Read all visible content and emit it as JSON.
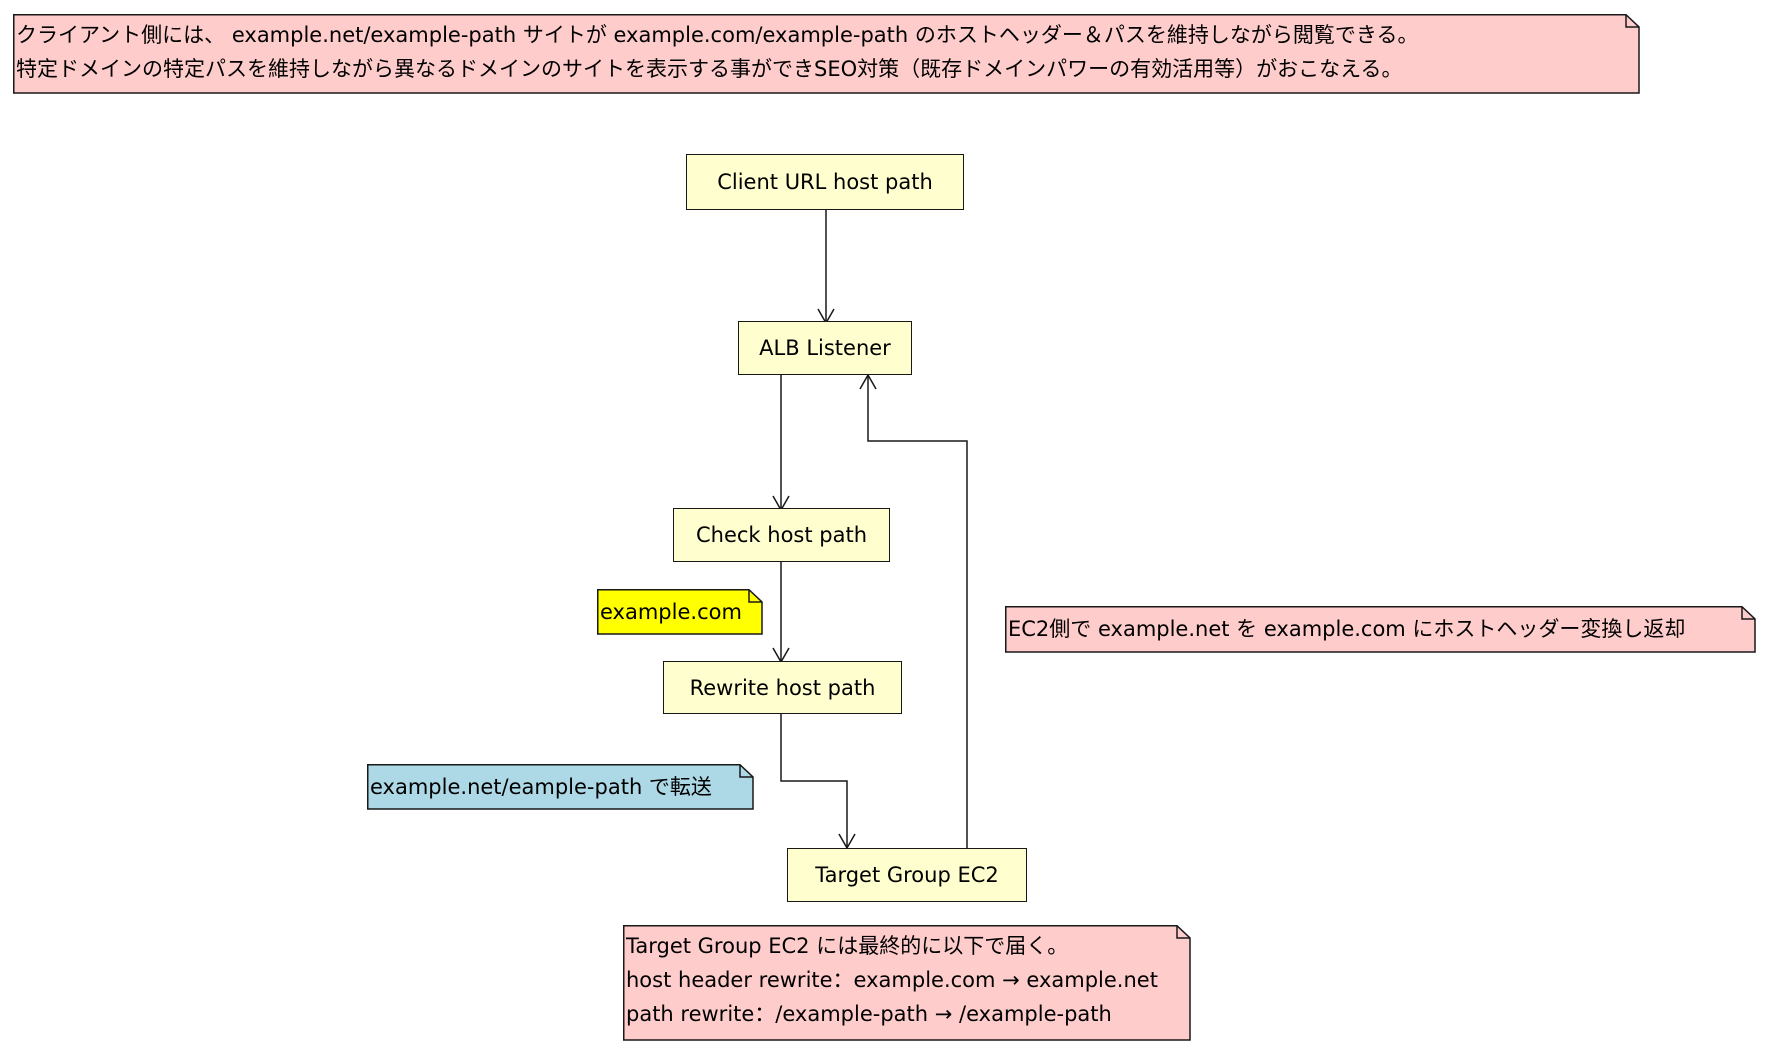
{
  "colors": {
    "node_fill": "#fefece",
    "note_pink": "#ffcccc",
    "note_yellow": "#ffff00",
    "note_blue": "#add8e6",
    "stroke": "#181818"
  },
  "top_note": {
    "lines": [
      "クライアント側には、 example.net/example-path サイトが example.com/example-path のホストヘッダー＆パスを維持しながら閲覧できる。",
      "特定ドメインの特定パスを維持しながら異なるドメインのサイトを表示する事ができSEO対策（既存ドメインパワーの有効活用等）がおこなえる。"
    ]
  },
  "nodes": {
    "client": "Client URL host path",
    "alb": "ALB Listener",
    "check": "Check host path",
    "rewrite": "Rewrite host path",
    "target": "Target Group EC2"
  },
  "notes": {
    "check_note": "example.com",
    "rewrite_note": "example.net/eample-path で転送",
    "ec2_note": "EC2側で example.net を example.com にホストヘッダー変換し返却",
    "bottom_note": {
      "lines": [
        "Target Group EC2 には最終的に以下で届く。",
        "host header rewrite：example.com → example.net",
        "path rewrite：/example-path → /example-path"
      ]
    }
  },
  "edges": [
    {
      "from": "client",
      "to": "alb"
    },
    {
      "from": "alb",
      "to": "check"
    },
    {
      "from": "check",
      "to": "rewrite"
    },
    {
      "from": "rewrite",
      "to": "target"
    },
    {
      "from": "target",
      "to": "alb"
    }
  ]
}
